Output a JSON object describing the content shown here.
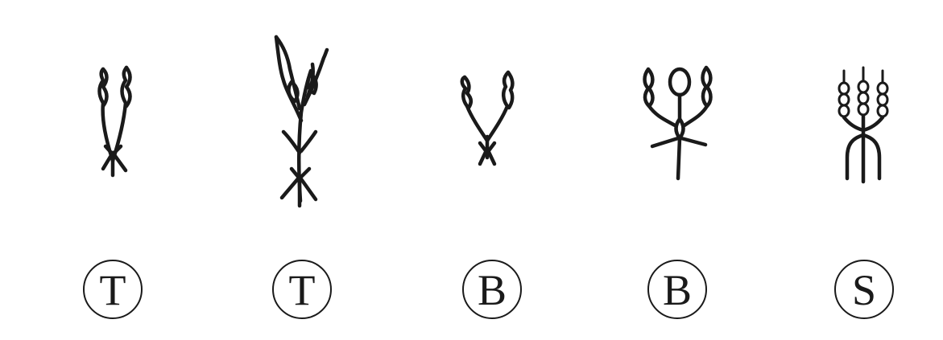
{
  "figure": {
    "glyphs": [
      {
        "icon": "twin-sprout-glyph",
        "label": "T"
      },
      {
        "icon": "tall-grain-stalk-glyph",
        "label": "T"
      },
      {
        "icon": "v-branch-glyph",
        "label": "B"
      },
      {
        "icon": "candelabra-seed-glyph",
        "label": "B"
      },
      {
        "icon": "multi-seed-trident-glyph",
        "label": "S"
      }
    ],
    "ink_color": "#1a1a1a",
    "background_color": "#ffffff"
  }
}
